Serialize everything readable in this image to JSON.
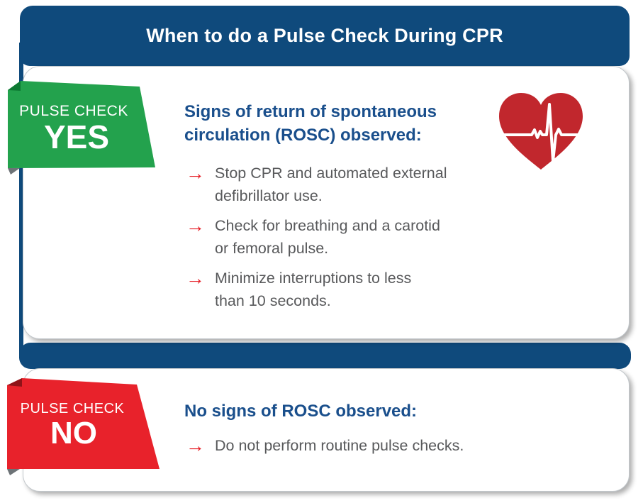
{
  "header": {
    "title": "When to do a Pulse Check During CPR"
  },
  "glyphs": {
    "bullet_arrow": "→"
  },
  "colors": {
    "frame_navy": "#0F4A7C",
    "heading_blue": "#1A4F8C",
    "flag_green": "#23A24D",
    "flag_green_fold": "#0D7A33",
    "flag_red": "#E8222B",
    "flag_red_fold": "#8F1318",
    "heart_red": "#C1272D",
    "arrow_red": "#E61E26",
    "body_gray": "#58595B"
  },
  "cards": [
    {
      "flag": {
        "label": "PULSE CHECK",
        "word": "YES"
      },
      "heading": "Signs of return of spontaneous circulation (ROSC) observed:",
      "icon": "heart-ekg-icon",
      "bullets": [
        {
          "lines": [
            "Stop CPR and automated external",
            "defibrillator use."
          ]
        },
        {
          "lines": [
            "Check for breathing and a carotid",
            "or femoral pulse."
          ]
        },
        {
          "lines": [
            "Minimize interruptions to less",
            "than 10 seconds."
          ]
        }
      ]
    },
    {
      "flag": {
        "label": "PULSE CHECK",
        "word": "NO"
      },
      "heading": "No signs of ROSC observed:",
      "bullets": [
        {
          "lines": [
            "Do not perform routine pulse checks."
          ]
        }
      ]
    }
  ]
}
